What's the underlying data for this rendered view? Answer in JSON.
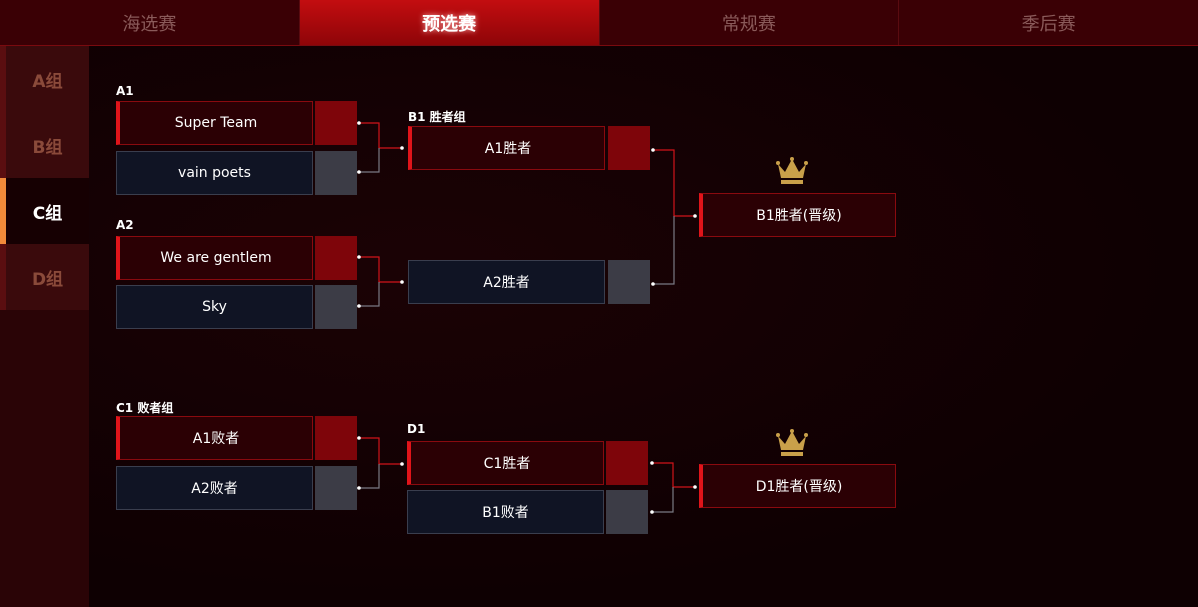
{
  "tabs": [
    "海选赛",
    "预选赛",
    "常规赛",
    "季后赛"
  ],
  "active_tab": "预选赛",
  "groups": [
    "A组",
    "B组",
    "C组",
    "D组"
  ],
  "active_group": "C组",
  "bracket": {
    "a1": {
      "label": "A1",
      "team1": "Super Team",
      "team2": "vain poets"
    },
    "a2": {
      "label": "A2",
      "team1": "We are gentlem",
      "team2": "Sky"
    },
    "b1": {
      "label": "B1  胜者组",
      "team1": "A1胜者",
      "team2": "A2胜者"
    },
    "winner": {
      "label": "B1胜者(晋级)"
    },
    "c1": {
      "label": "C1  败者组",
      "team1": "A1败者",
      "team2": "A2败者"
    },
    "d1": {
      "label": "D1",
      "team1": "C1胜者",
      "team2": "B1败者"
    },
    "loser_winner": {
      "label": "D1胜者(晋级)"
    }
  },
  "colors": {
    "accent": "#e0141a",
    "crown": "#c9a04a"
  },
  "icons": [
    "crown-icon"
  ]
}
